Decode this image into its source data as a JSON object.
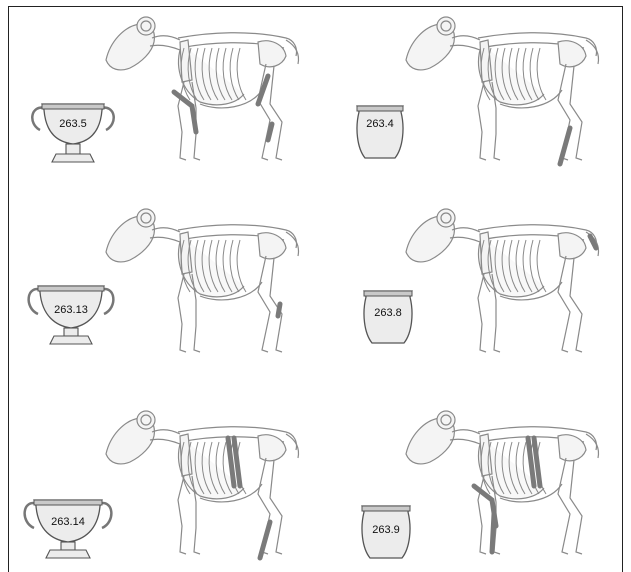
{
  "panels": [
    {
      "id": "r1-left",
      "vessel": "krater",
      "label": "263.5",
      "highlights": [
        "upper-forelimb",
        "thigh",
        "hind-metatarsal"
      ]
    },
    {
      "id": "r1-right",
      "vessel": "jar",
      "label": "263.4",
      "highlights": [
        "hind-cannon"
      ]
    },
    {
      "id": "r2-left",
      "vessel": "krater",
      "label": "263.13",
      "highlights": [
        "hock"
      ]
    },
    {
      "id": "r2-right",
      "vessel": "jar",
      "label": "263.8",
      "highlights": [
        "tail"
      ]
    },
    {
      "id": "r3-left",
      "vessel": "krater",
      "label": "263.14",
      "highlights": [
        "ribs",
        "hind-cannon"
      ]
    },
    {
      "id": "r3-right",
      "vessel": "jar",
      "label": "263.9",
      "highlights": [
        "ribs",
        "upper-forelimb",
        "fore-cannon"
      ]
    }
  ],
  "colors": {
    "line": "#8a8a8a",
    "fill": "#f4f4f4",
    "highlight": "#7a7a7a",
    "vessel_fill": "#ececec",
    "vessel_rim": "#c9c9c9"
  }
}
